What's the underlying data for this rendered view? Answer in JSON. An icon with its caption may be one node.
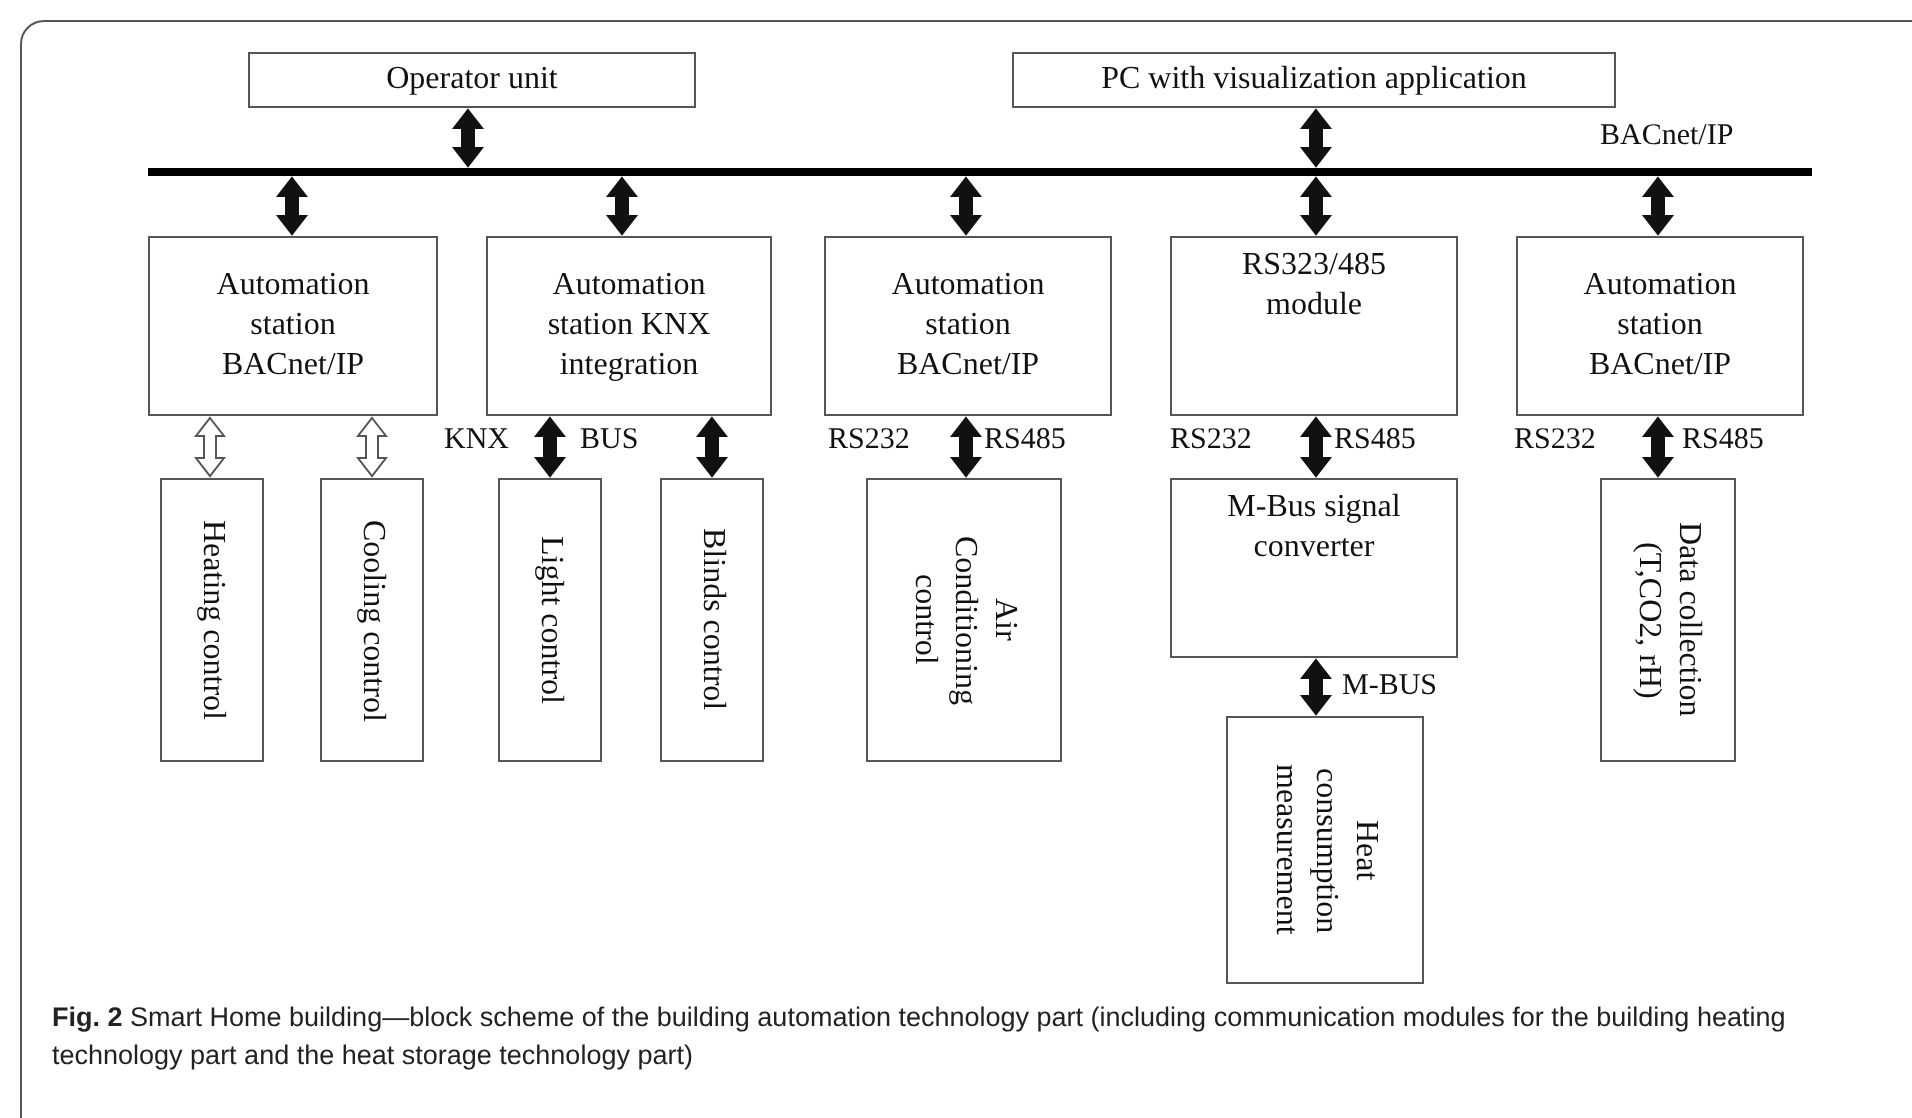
{
  "diagram": {
    "caption": "**Fig. 2** Smart Home building—block scheme of the building automation technology part (including communication modules for the building heating technology part and the heat storage technology part)",
    "nodes": [
      {
        "text": [
          "Operator unit"
        ]
      },
      {
        "text": [
          "PC with visualization application"
        ]
      },
      {
        "text": [],
        "shape": "bar",
        "beside": [
          "BACnet/IP"
        ]
      },
      {
        "text": [
          "Automation station BACnet/IP"
        ]
      },
      {
        "text": [
          "Automation station KNX integration"
        ]
      },
      {
        "text": [
          "Automation station BACnet/IP"
        ]
      },
      {
        "text": [
          "RS323/485 module"
        ]
      },
      {
        "text": [
          "Automation station BACnet/IP"
        ]
      },
      {
        "text": [
          "Heating control"
        ]
      },
      {
        "text": [
          "Cooling control"
        ]
      },
      {
        "text": [
          "Light control"
        ]
      },
      {
        "text": [
          "Blinds control"
        ]
      },
      {
        "text": [
          "Air Conditioning control"
        ]
      },
      {
        "text": [
          "M-Bus signal converter"
        ]
      },
      {
        "text": [
          "Data collection (T,CO2, rH)"
        ]
      },
      {
        "text": [
          "Heat consumption measurement"
        ]
      }
    ],
    "edges": [
      {
        "from": 0,
        "to": 2,
        "arrow": "both"
      },
      {
        "from": 1,
        "to": 2,
        "arrow": "both"
      },
      {
        "from": 2,
        "to": 3,
        "arrow": "both"
      },
      {
        "from": 2,
        "to": 4,
        "arrow": "both"
      },
      {
        "from": 2,
        "to": 5,
        "arrow": "both"
      },
      {
        "from": 2,
        "to": 6,
        "arrow": "both"
      },
      {
        "from": 2,
        "to": 7,
        "arrow": "both"
      },
      {
        "from": 3,
        "to": 8,
        "arrow": "both",
        "color": "#ffffff"
      },
      {
        "from": 3,
        "to": 9,
        "arrow": "both",
        "color": "#ffffff"
      },
      {
        "from": 4,
        "to": 10,
        "arrow": "both"
      },
      {
        "from": 4,
        "to": 11,
        "arrow": "both"
      },
      {
        "from": 5,
        "to": 12,
        "arrow": "both"
      },
      {
        "from": 6,
        "to": 13,
        "arrow": "both"
      },
      {
        "from": 7,
        "to": 14,
        "arrow": "both"
      },
      {
        "from": 13,
        "to": 15,
        "arrow": "both",
        "label": "M-BUS"
      }
    ],
    "labels": [
      "KNX",
      "BUS",
      "RS232",
      "RS485",
      "RS232",
      "RS485",
      "RS232",
      "RS485"
    ]
  }
}
